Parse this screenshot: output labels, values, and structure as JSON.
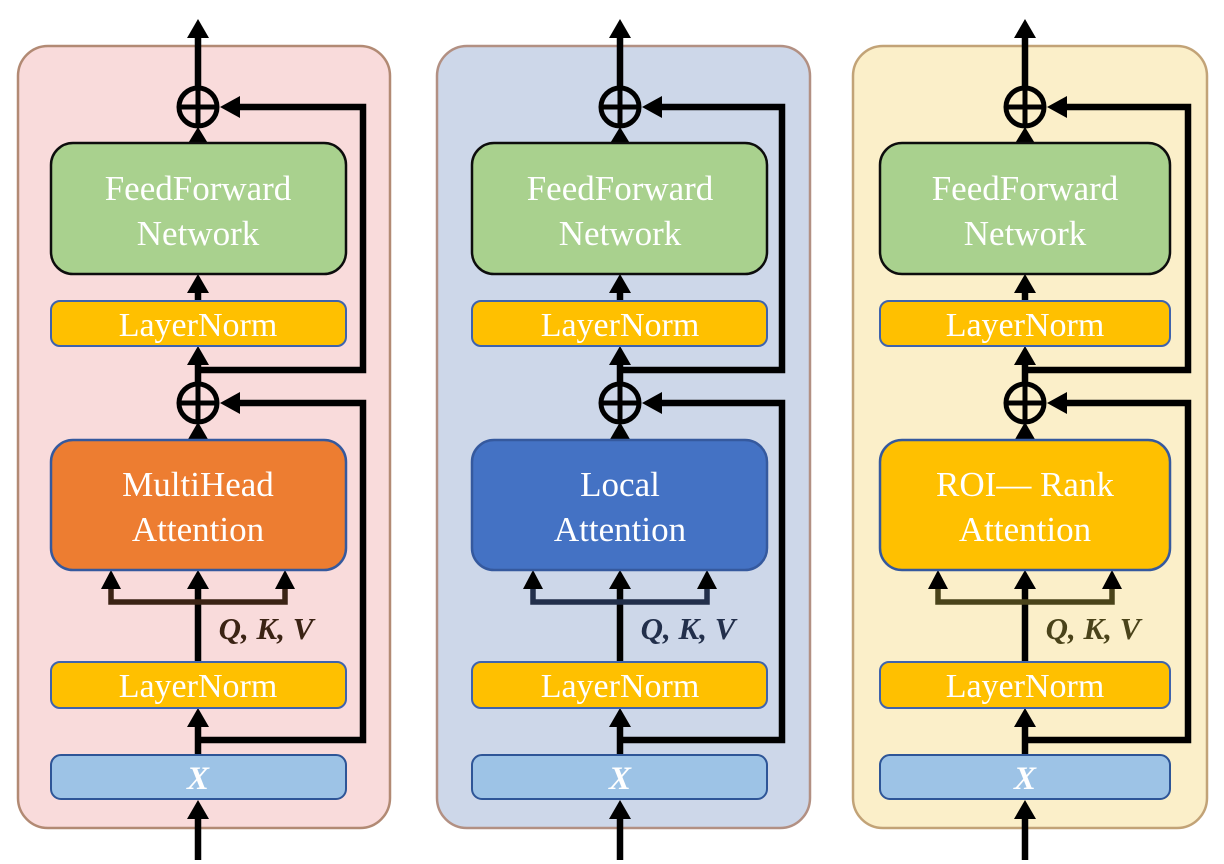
{
  "diagram": {
    "description": "Three pre-LayerNorm transformer encoder block variants",
    "colors": {
      "canvas_bg": "#FFFFFF",
      "arrow_black": "#000000",
      "box_text": "#FFFFFF",
      "ffn_fill": "#A9D18E",
      "ffn_border": "#0D0D0D",
      "layernorm_fill": "#FFC000",
      "layernorm_border": "#3E63AD",
      "attention_border": "#35599E",
      "input_fill": "#9DC3E6",
      "input_border": "#2E5597"
    },
    "panels": [
      {
        "id": "multihead-attention-block",
        "background": "#F9DBDB",
        "border": "#B28A74",
        "attention_fill": "#ED7D31",
        "qkv_color": "#3B2314",
        "feedforward_line1": "FeedForward",
        "feedforward_line2": "Network",
        "layernorm_top": "LayerNorm",
        "layernorm_bottom": "LayerNorm",
        "attention_line1": "MultiHead",
        "attention_line2": "Attention",
        "qkv_label": "Q, K, V",
        "input_label": "X"
      },
      {
        "id": "local-attention-block",
        "background": "#CDD7E9",
        "border": "#B29083",
        "attention_fill": "#4472C4",
        "qkv_color": "#222F4B",
        "feedforward_line1": "FeedForward",
        "feedforward_line2": "Network",
        "layernorm_top": "LayerNorm",
        "layernorm_bottom": "LayerNorm",
        "attention_line1": "Local",
        "attention_line2": "Attention",
        "qkv_label": "Q, K, V",
        "input_label": "X"
      },
      {
        "id": "roi-rank-attention-block",
        "background": "#FBEFC9",
        "border": "#C2A377",
        "attention_fill": "#FFC000",
        "qkv_color": "#4A431A",
        "feedforward_line1": "FeedForward",
        "feedforward_line2": "Network",
        "layernorm_top": "LayerNorm",
        "layernorm_bottom": "LayerNorm",
        "attention_line1": "ROI— Rank",
        "attention_line2": "Attention",
        "qkv_label": "Q, K, V",
        "input_label": "X"
      }
    ]
  }
}
